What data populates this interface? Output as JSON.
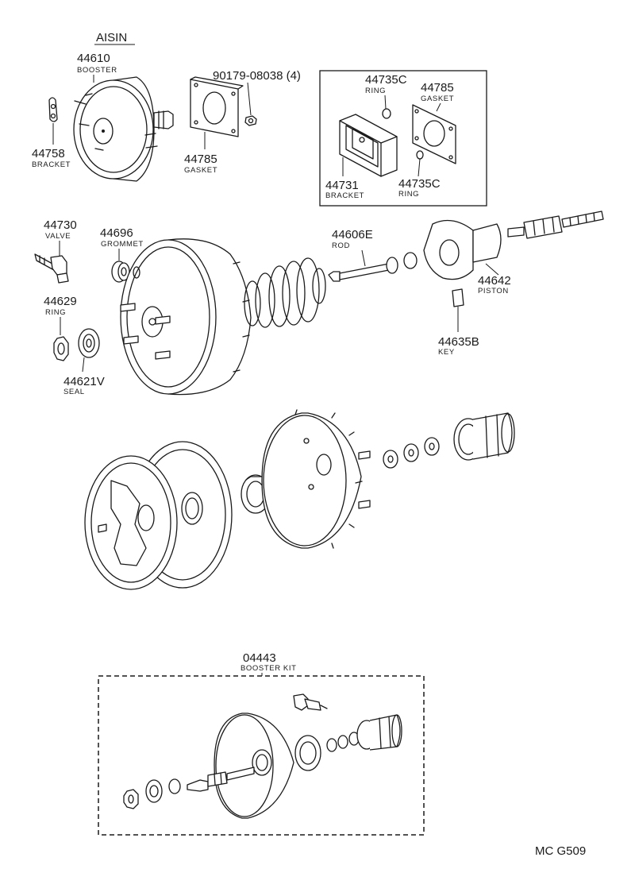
{
  "brand": "AISIN",
  "drawing_code": "MC G509",
  "callouts": {
    "booster": {
      "number": "44610",
      "name": "BOOSTER"
    },
    "bracket_44758": {
      "number": "44758",
      "name": "BRACKET"
    },
    "gasket_44785_left": {
      "number": "44785",
      "name": "GASKET"
    },
    "nut_90179": {
      "number": "90179-08038 (4)"
    },
    "ring_44735c_top": {
      "number": "44735C",
      "name": "RING"
    },
    "gasket_44785_box": {
      "number": "44785",
      "name": "GASKET"
    },
    "bracket_44731": {
      "number": "44731",
      "name": "BRACKET"
    },
    "ring_44735c_bottom": {
      "number": "44735C",
      "name": "RING"
    },
    "valve": {
      "number": "44730",
      "name": "VALVE"
    },
    "grommet": {
      "number": "44696",
      "name": "GROMMET"
    },
    "rod": {
      "number": "44606E",
      "name": "ROD"
    },
    "piston": {
      "number": "44642",
      "name": "PISTON"
    },
    "key": {
      "number": "44635B",
      "name": "KEY"
    },
    "ring_44629": {
      "number": "44629",
      "name": "RING"
    },
    "seal": {
      "number": "44621V",
      "name": "SEAL"
    },
    "booster_kit": {
      "number": "04443",
      "name": "BOOSTER KIT"
    }
  }
}
